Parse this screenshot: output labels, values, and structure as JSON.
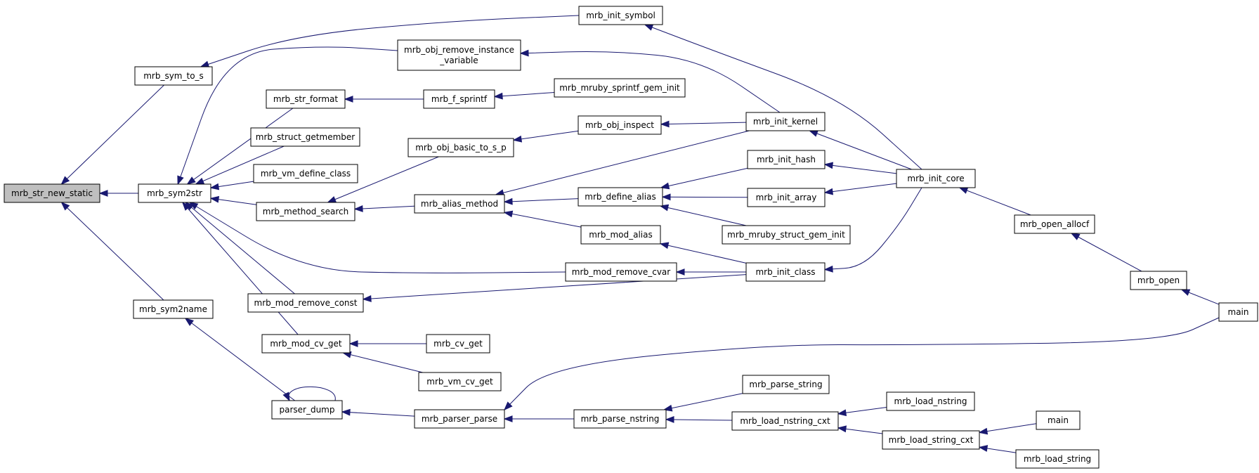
{
  "diagram": {
    "type": "call-graph",
    "colors": {
      "edge": "#191970",
      "focus_fill": "#bfbfbf",
      "node_fill": "#ffffff",
      "border": "#000000"
    },
    "focus": "n0",
    "nodes": [
      {
        "id": "n0",
        "label": "mrb_str_new_static"
      },
      {
        "id": "n1",
        "label": "mrb_sym_to_s"
      },
      {
        "id": "n2",
        "label": "mrb_sym2str"
      },
      {
        "id": "n3",
        "label": "mrb_sym2name"
      },
      {
        "id": "n4",
        "label": "mrb_init_symbol"
      },
      {
        "id": "n5",
        "label": "mrb_obj_remove_instance\n_variable"
      },
      {
        "id": "n6",
        "label": "mrb_str_format"
      },
      {
        "id": "n7",
        "label": "mrb_struct_getmember"
      },
      {
        "id": "n8",
        "label": "mrb_vm_define_class"
      },
      {
        "id": "n9",
        "label": "mrb_method_search"
      },
      {
        "id": "n10",
        "label": "mrb_mod_remove_const"
      },
      {
        "id": "n11",
        "label": "mrb_mod_cv_get"
      },
      {
        "id": "n12",
        "label": "parser_dump"
      },
      {
        "id": "n13",
        "label": "mrb_f_sprintf"
      },
      {
        "id": "n14",
        "label": "mrb_mruby_sprintf_gem_init"
      },
      {
        "id": "n15",
        "label": "mrb_obj_basic_to_s_p"
      },
      {
        "id": "n16",
        "label": "mrb_obj_inspect"
      },
      {
        "id": "n17",
        "label": "mrb_alias_method"
      },
      {
        "id": "n18",
        "label": "mrb_define_alias"
      },
      {
        "id": "n19",
        "label": "mrb_mod_alias"
      },
      {
        "id": "n20",
        "label": "mrb_mod_remove_cvar"
      },
      {
        "id": "n21",
        "label": "mrb_cv_get"
      },
      {
        "id": "n22",
        "label": "mrb_vm_cv_get"
      },
      {
        "id": "n23",
        "label": "mrb_parser_parse"
      },
      {
        "id": "n24",
        "label": "mrb_parse_nstring"
      },
      {
        "id": "n25",
        "label": "mrb_init_kernel"
      },
      {
        "id": "n26",
        "label": "mrb_init_hash"
      },
      {
        "id": "n27",
        "label": "mrb_init_array"
      },
      {
        "id": "n28",
        "label": "mrb_mruby_struct_gem_init"
      },
      {
        "id": "n29",
        "label": "mrb_init_class"
      },
      {
        "id": "n30",
        "label": "mrb_init_core"
      },
      {
        "id": "n31",
        "label": "mrb_parse_string"
      },
      {
        "id": "n32",
        "label": "mrb_load_nstring_cxt"
      },
      {
        "id": "n33",
        "label": "mrb_load_nstring"
      },
      {
        "id": "n34",
        "label": "mrb_load_string_cxt"
      },
      {
        "id": "n35",
        "label": "main"
      },
      {
        "id": "n36",
        "label": "mrb_load_string"
      },
      {
        "id": "n37",
        "label": "mrb_open_allocf"
      },
      {
        "id": "n38",
        "label": "mrb_open"
      },
      {
        "id": "n39",
        "label": "main"
      }
    ],
    "edges": [
      {
        "from": "n1",
        "to": "n0"
      },
      {
        "from": "n2",
        "to": "n0"
      },
      {
        "from": "n3",
        "to": "n0"
      },
      {
        "from": "n4",
        "to": "n1"
      },
      {
        "from": "n5",
        "to": "n2"
      },
      {
        "from": "n6",
        "to": "n2"
      },
      {
        "from": "n7",
        "to": "n2"
      },
      {
        "from": "n8",
        "to": "n2"
      },
      {
        "from": "n9",
        "to": "n2"
      },
      {
        "from": "n20",
        "to": "n2"
      },
      {
        "from": "n10",
        "to": "n2"
      },
      {
        "from": "n11",
        "to": "n2"
      },
      {
        "from": "n12",
        "to": "n3"
      },
      {
        "from": "n12",
        "to": "n12"
      },
      {
        "from": "n13",
        "to": "n6"
      },
      {
        "from": "n14",
        "to": "n13"
      },
      {
        "from": "n15",
        "to": "n9"
      },
      {
        "from": "n17",
        "to": "n9"
      },
      {
        "from": "n16",
        "to": "n15"
      },
      {
        "from": "n25",
        "to": "n16"
      },
      {
        "from": "n25",
        "to": "n5"
      },
      {
        "from": "n25",
        "to": "n17"
      },
      {
        "from": "n18",
        "to": "n17"
      },
      {
        "from": "n19",
        "to": "n17"
      },
      {
        "from": "n26",
        "to": "n18"
      },
      {
        "from": "n27",
        "to": "n18"
      },
      {
        "from": "n28",
        "to": "n18"
      },
      {
        "from": "n29",
        "to": "n19"
      },
      {
        "from": "n29",
        "to": "n20"
      },
      {
        "from": "n29",
        "to": "n10"
      },
      {
        "from": "n21",
        "to": "n11"
      },
      {
        "from": "n22",
        "to": "n11"
      },
      {
        "from": "n23",
        "to": "n12"
      },
      {
        "from": "n24",
        "to": "n23"
      },
      {
        "from": "n39",
        "to": "n23"
      },
      {
        "from": "n31",
        "to": "n24"
      },
      {
        "from": "n32",
        "to": "n24"
      },
      {
        "from": "n33",
        "to": "n32"
      },
      {
        "from": "n34",
        "to": "n32"
      },
      {
        "from": "n35",
        "to": "n34"
      },
      {
        "from": "n36",
        "to": "n34"
      },
      {
        "from": "n30",
        "to": "n4"
      },
      {
        "from": "n30",
        "to": "n25"
      },
      {
        "from": "n30",
        "to": "n26"
      },
      {
        "from": "n30",
        "to": "n27"
      },
      {
        "from": "n30",
        "to": "n29"
      },
      {
        "from": "n37",
        "to": "n30"
      },
      {
        "from": "n38",
        "to": "n37"
      },
      {
        "from": "n39",
        "to": "n38"
      }
    ]
  }
}
